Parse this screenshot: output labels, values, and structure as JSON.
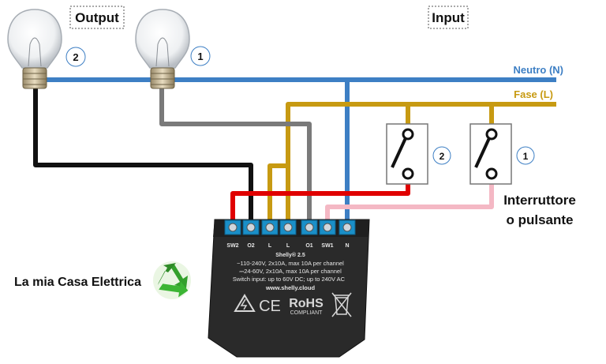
{
  "labels": {
    "output": "Output",
    "input": "Input",
    "neutral": "Neutro (N)",
    "phase": "Fase (L)",
    "switch_line1": "Interruttore",
    "switch_line2": "o pulsante",
    "brand": "La mia Casa Elettrica"
  },
  "bulbs": [
    {
      "number": "2"
    },
    {
      "number": "1"
    }
  ],
  "switches": [
    {
      "number": "2"
    },
    {
      "number": "1"
    }
  ],
  "device": {
    "terminals": [
      "SW2",
      "O2",
      "L",
      "L",
      "O1",
      "SW1",
      "N"
    ],
    "model": "Shelly® 2.5",
    "specs": [
      "~110-240V, 2x10A, max 10A per channel",
      "⎓24-60V, 2x10A, max 10A per channel",
      "Switch input: up to 60V DC; up to 240V AC"
    ],
    "url": "www.shelly.cloud",
    "ce": "CE",
    "rohs": "RoHS",
    "rohs_sub": "COMPLIANT"
  },
  "colors": {
    "neutral": "#3d7fc4",
    "phase": "#c79a12",
    "out2": "#111111",
    "out1": "#7a7a7a",
    "sw2": "#e00000",
    "sw1": "#f4b8c4",
    "device": "#2a2a2a",
    "terminal": "#1a8fc8",
    "recycle": "#33a02c"
  }
}
